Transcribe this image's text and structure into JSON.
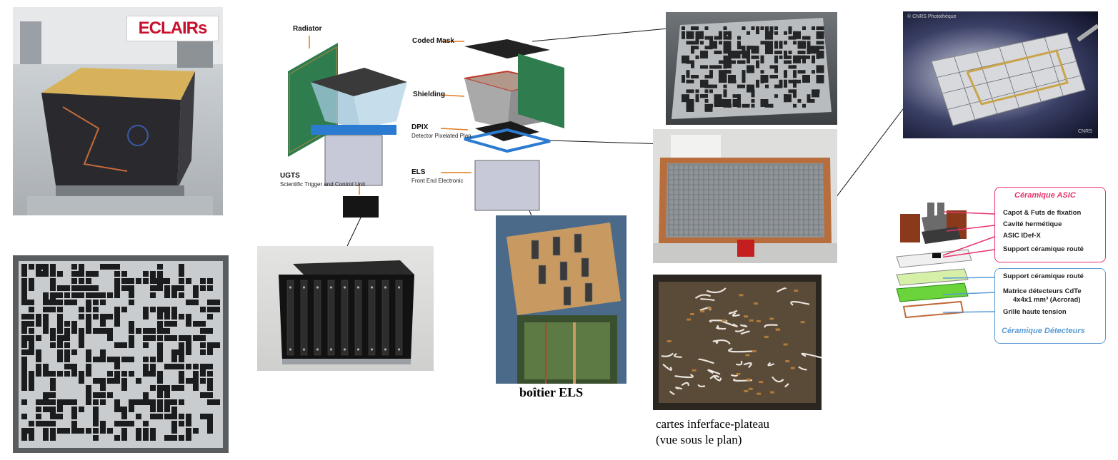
{
  "logo": {
    "text": "ECLAIRs"
  },
  "diagram": {
    "radiator": "Radiator",
    "coded_mask": "Coded Mask",
    "shielding": "Shielding",
    "dpix": "DPIX",
    "dpix_sub": "Detector Pixelated Plan",
    "ugts": "UGTS",
    "ugts_sub": "Scientific Trigger and Control Unit",
    "els": "ELS",
    "els_sub": "Front End Electronic"
  },
  "captions": {
    "els_box": "boîtier ELS",
    "interface_line1": "cartes inferface-plateau",
    "interface_line2": "(vue sous le plan)"
  },
  "watermarks": {
    "cnrs_top": "© CNRS Photothèque",
    "cnrs_bottom": "CNRS"
  },
  "legend": {
    "asic_title": "Céramique ASIC",
    "asic_items": [
      "Capot & Futs de fixation",
      "Cavité hermétique",
      "ASIC IDef-X",
      "Support céramique routé"
    ],
    "det_items": [
      "Support céramique routé",
      "Matrice détecteurs CdTe",
      "4x4x1 mm³ (Acrorad)",
      "Grille haute tension"
    ],
    "det_title": "Céramique Détecteurs",
    "asic_color": "#e8336a",
    "det_color": "#5b9bd5"
  }
}
